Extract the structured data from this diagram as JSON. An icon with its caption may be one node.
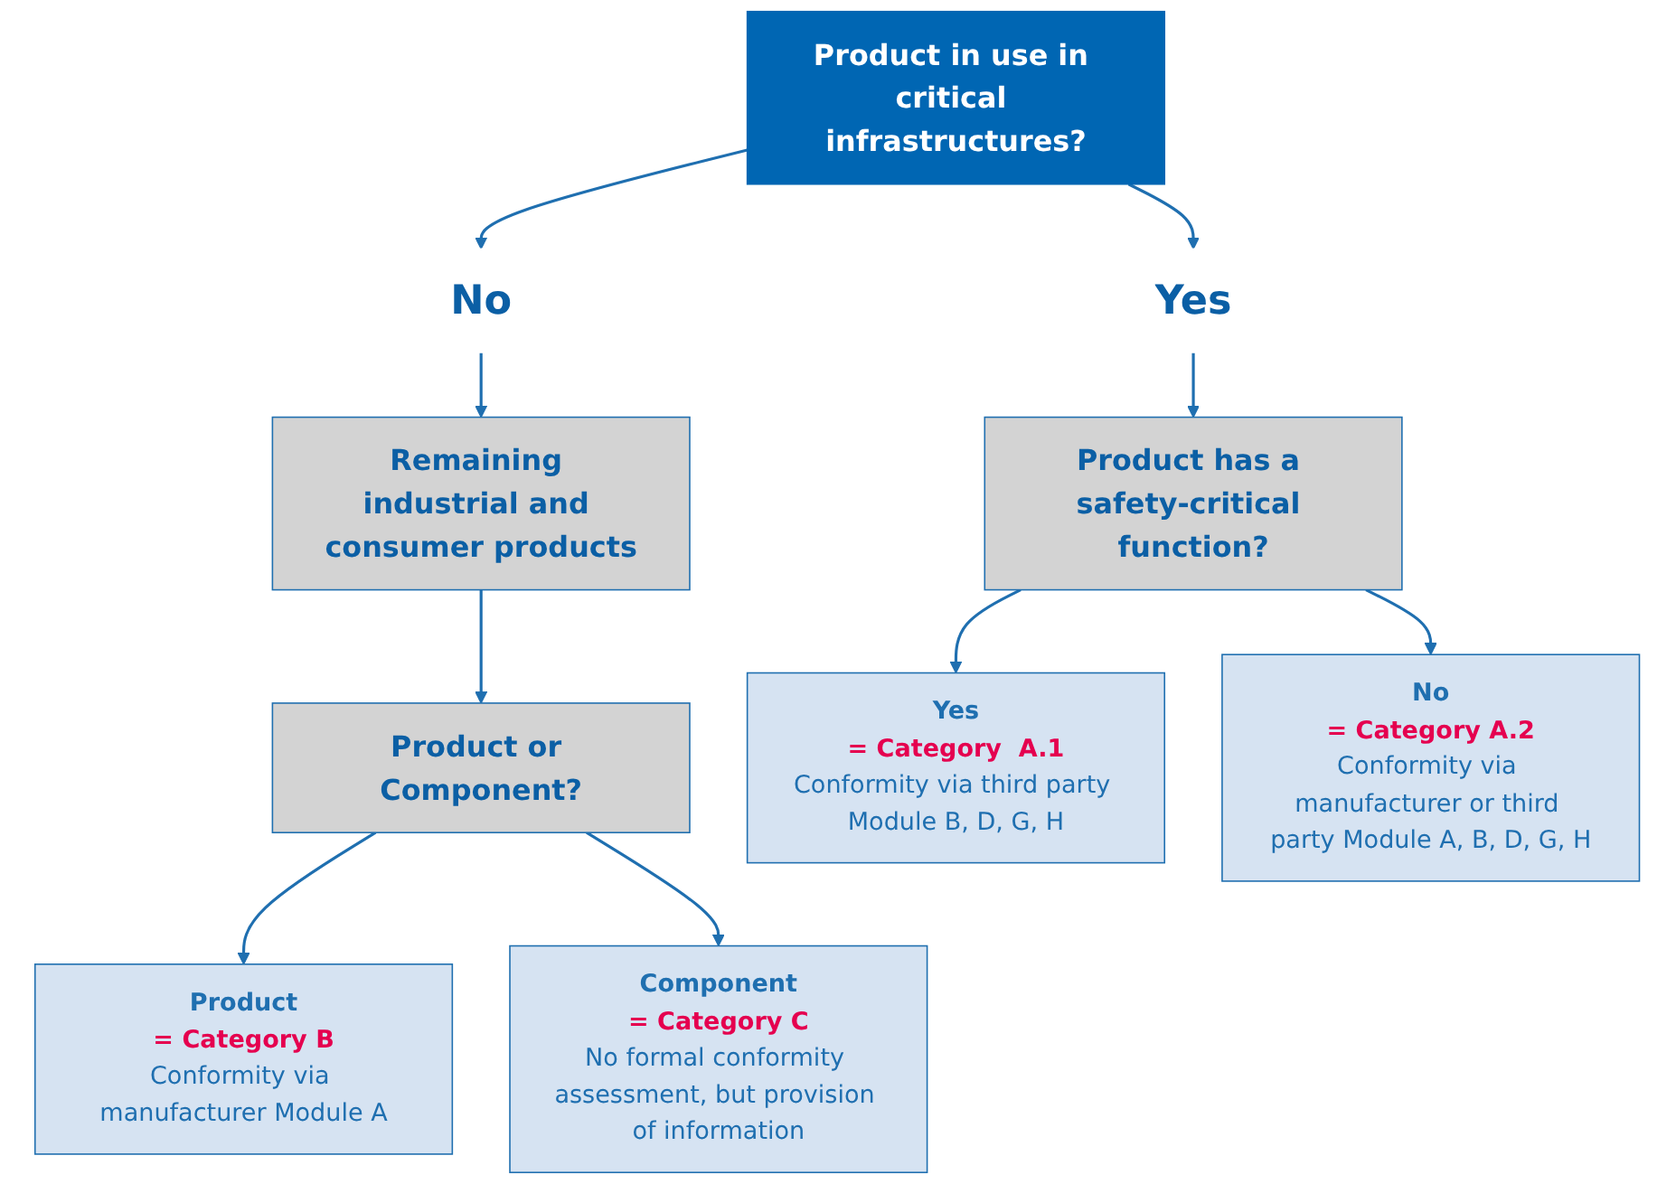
{
  "diagram": {
    "nodes": [
      {
        "text": [
          "Product in use in critical infrastructures?"
        ]
      },
      {
        "text": [
          "Yes"
        ]
      },
      {
        "text": [
          "No"
        ]
      },
      {
        "text": [
          "Product has a safety-critical function?"
        ]
      },
      {
        "text": [
          "Remaining industrial and consumer products"
        ]
      },
      {
        "text": [
          "Product or Component?"
        ]
      },
      {
        "text": [
          "Yes",
          "= Category  A.1",
          "Conformity via third party Module B, D, G, H"
        ]
      },
      {
        "text": [
          "No",
          "= Category A.2",
          "Conformity via manufacturer or third party Module A, B, D, G, H"
        ]
      },
      {
        "text": [
          "Product",
          "= Category B",
          "Conformity via manufacturer Module A"
        ]
      },
      {
        "text": [
          "Component",
          "= Category C",
          "No formal conformity assessment, but provision of information"
        ]
      }
    ],
    "edges": [
      {
        "from": 0,
        "to": 1,
        "arrow": "to"
      },
      {
        "from": 0,
        "to": 2,
        "arrow": "to"
      },
      {
        "from": 1,
        "to": 3,
        "arrow": "to"
      },
      {
        "from": 2,
        "to": 4,
        "arrow": "to"
      },
      {
        "from": 4,
        "to": 5,
        "arrow": "to"
      },
      {
        "from": 3,
        "to": 6,
        "arrow": "to"
      },
      {
        "from": 3,
        "to": 7,
        "arrow": "to"
      },
      {
        "from": 5,
        "to": 8,
        "arrow": "to"
      },
      {
        "from": 5,
        "to": 9,
        "arrow": "to"
      }
    ]
  }
}
